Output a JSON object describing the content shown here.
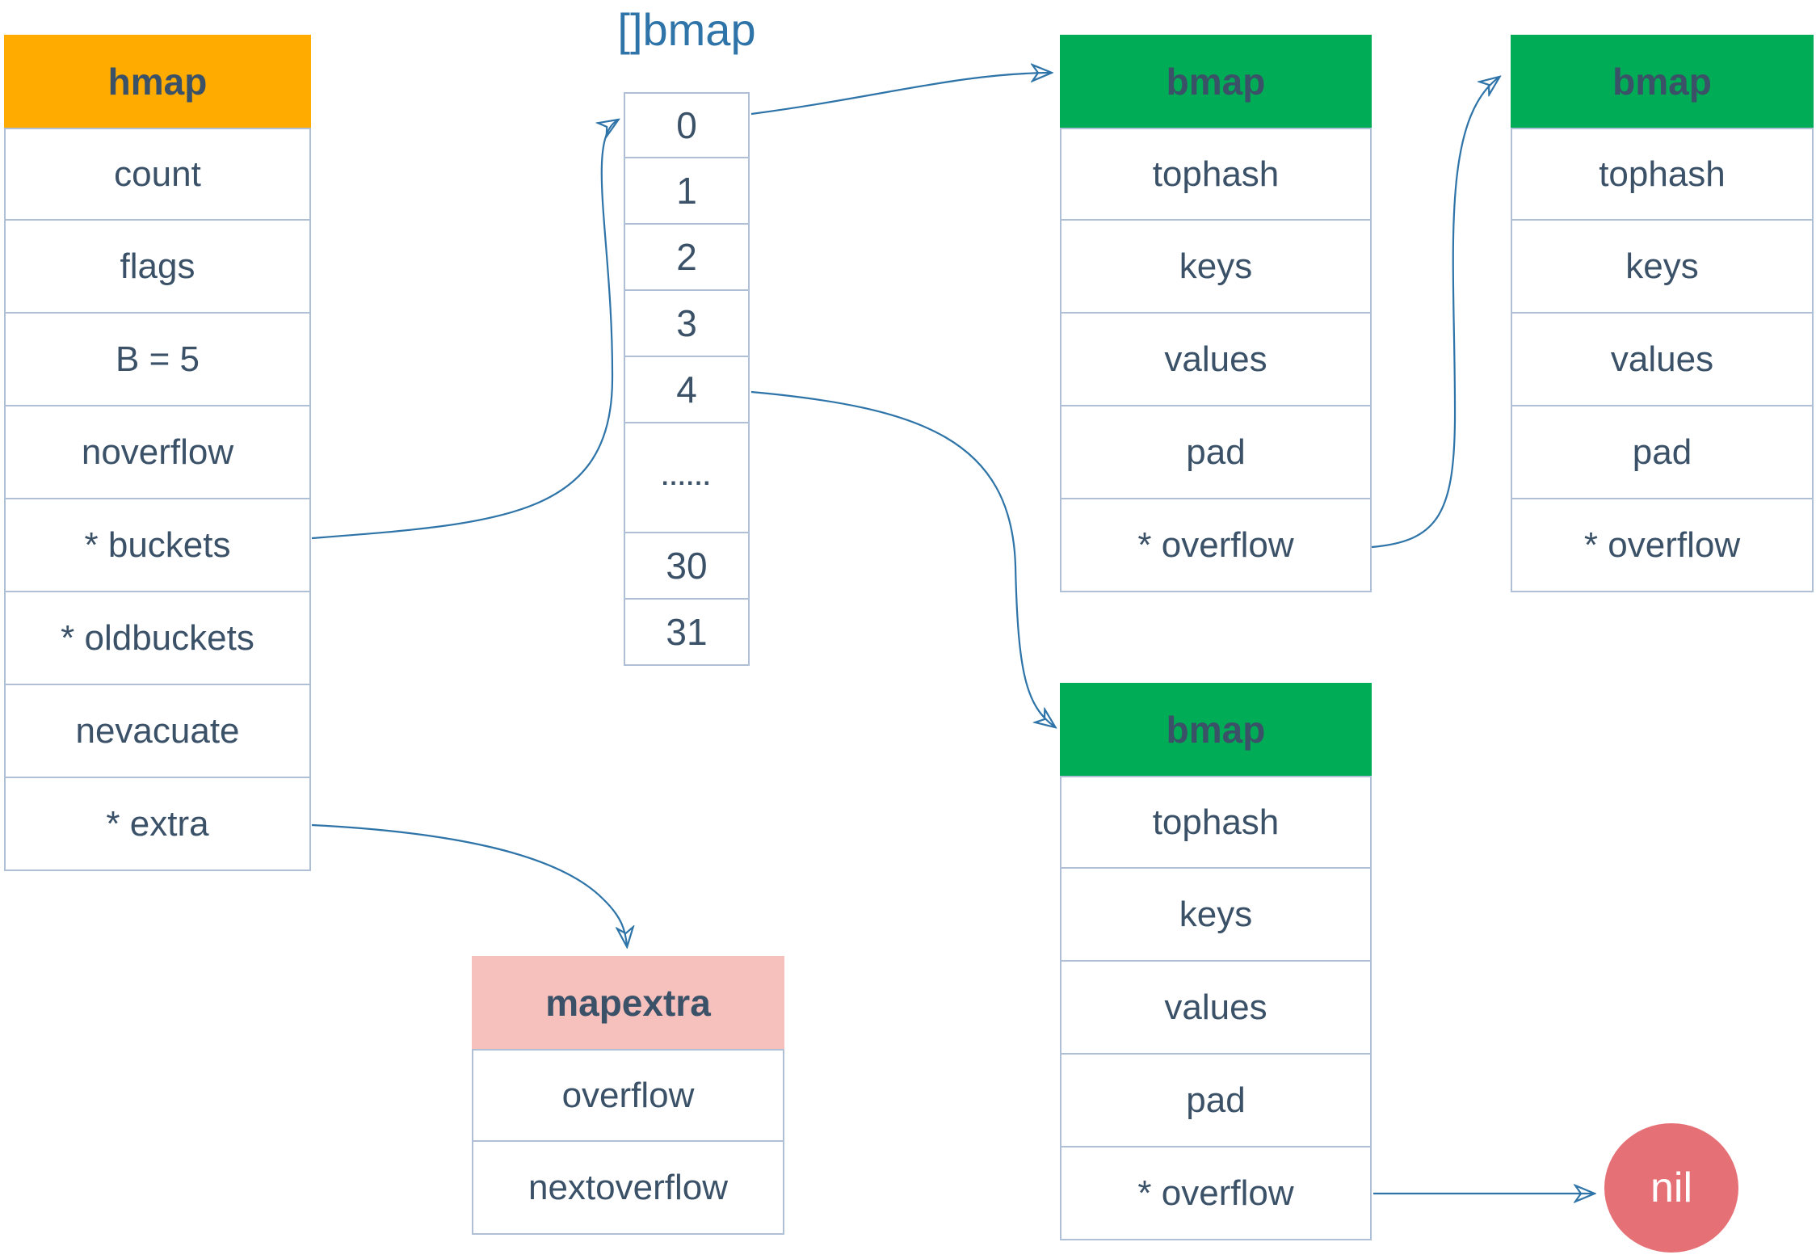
{
  "title": "[]bmap",
  "colors": {
    "hmap_header": "#FFAB00",
    "bmap_header": "#00AC55",
    "mapextra_header": "#F6C0BD",
    "nil_fill": "#E57076",
    "arrow_blue": "#2E74A8",
    "text_navy": "#3A5168",
    "cell_border": "#AFC0D6"
  },
  "hmap": {
    "header": "hmap",
    "rows": [
      "count",
      "flags",
      "B = 5",
      "noverflow",
      "* buckets",
      "* oldbuckets",
      "nevacuate",
      "* extra"
    ]
  },
  "bucket_array": {
    "cells": [
      "0",
      "1",
      "2",
      "3",
      "4",
      "......",
      "30",
      "31"
    ]
  },
  "bmap": {
    "header": "bmap",
    "rows": [
      "tophash",
      "keys",
      "values",
      "pad",
      "* overflow"
    ]
  },
  "mapextra": {
    "header": "mapextra",
    "rows": [
      "overflow",
      "nextoverflow"
    ]
  },
  "nil_node": {
    "label": "nil"
  }
}
